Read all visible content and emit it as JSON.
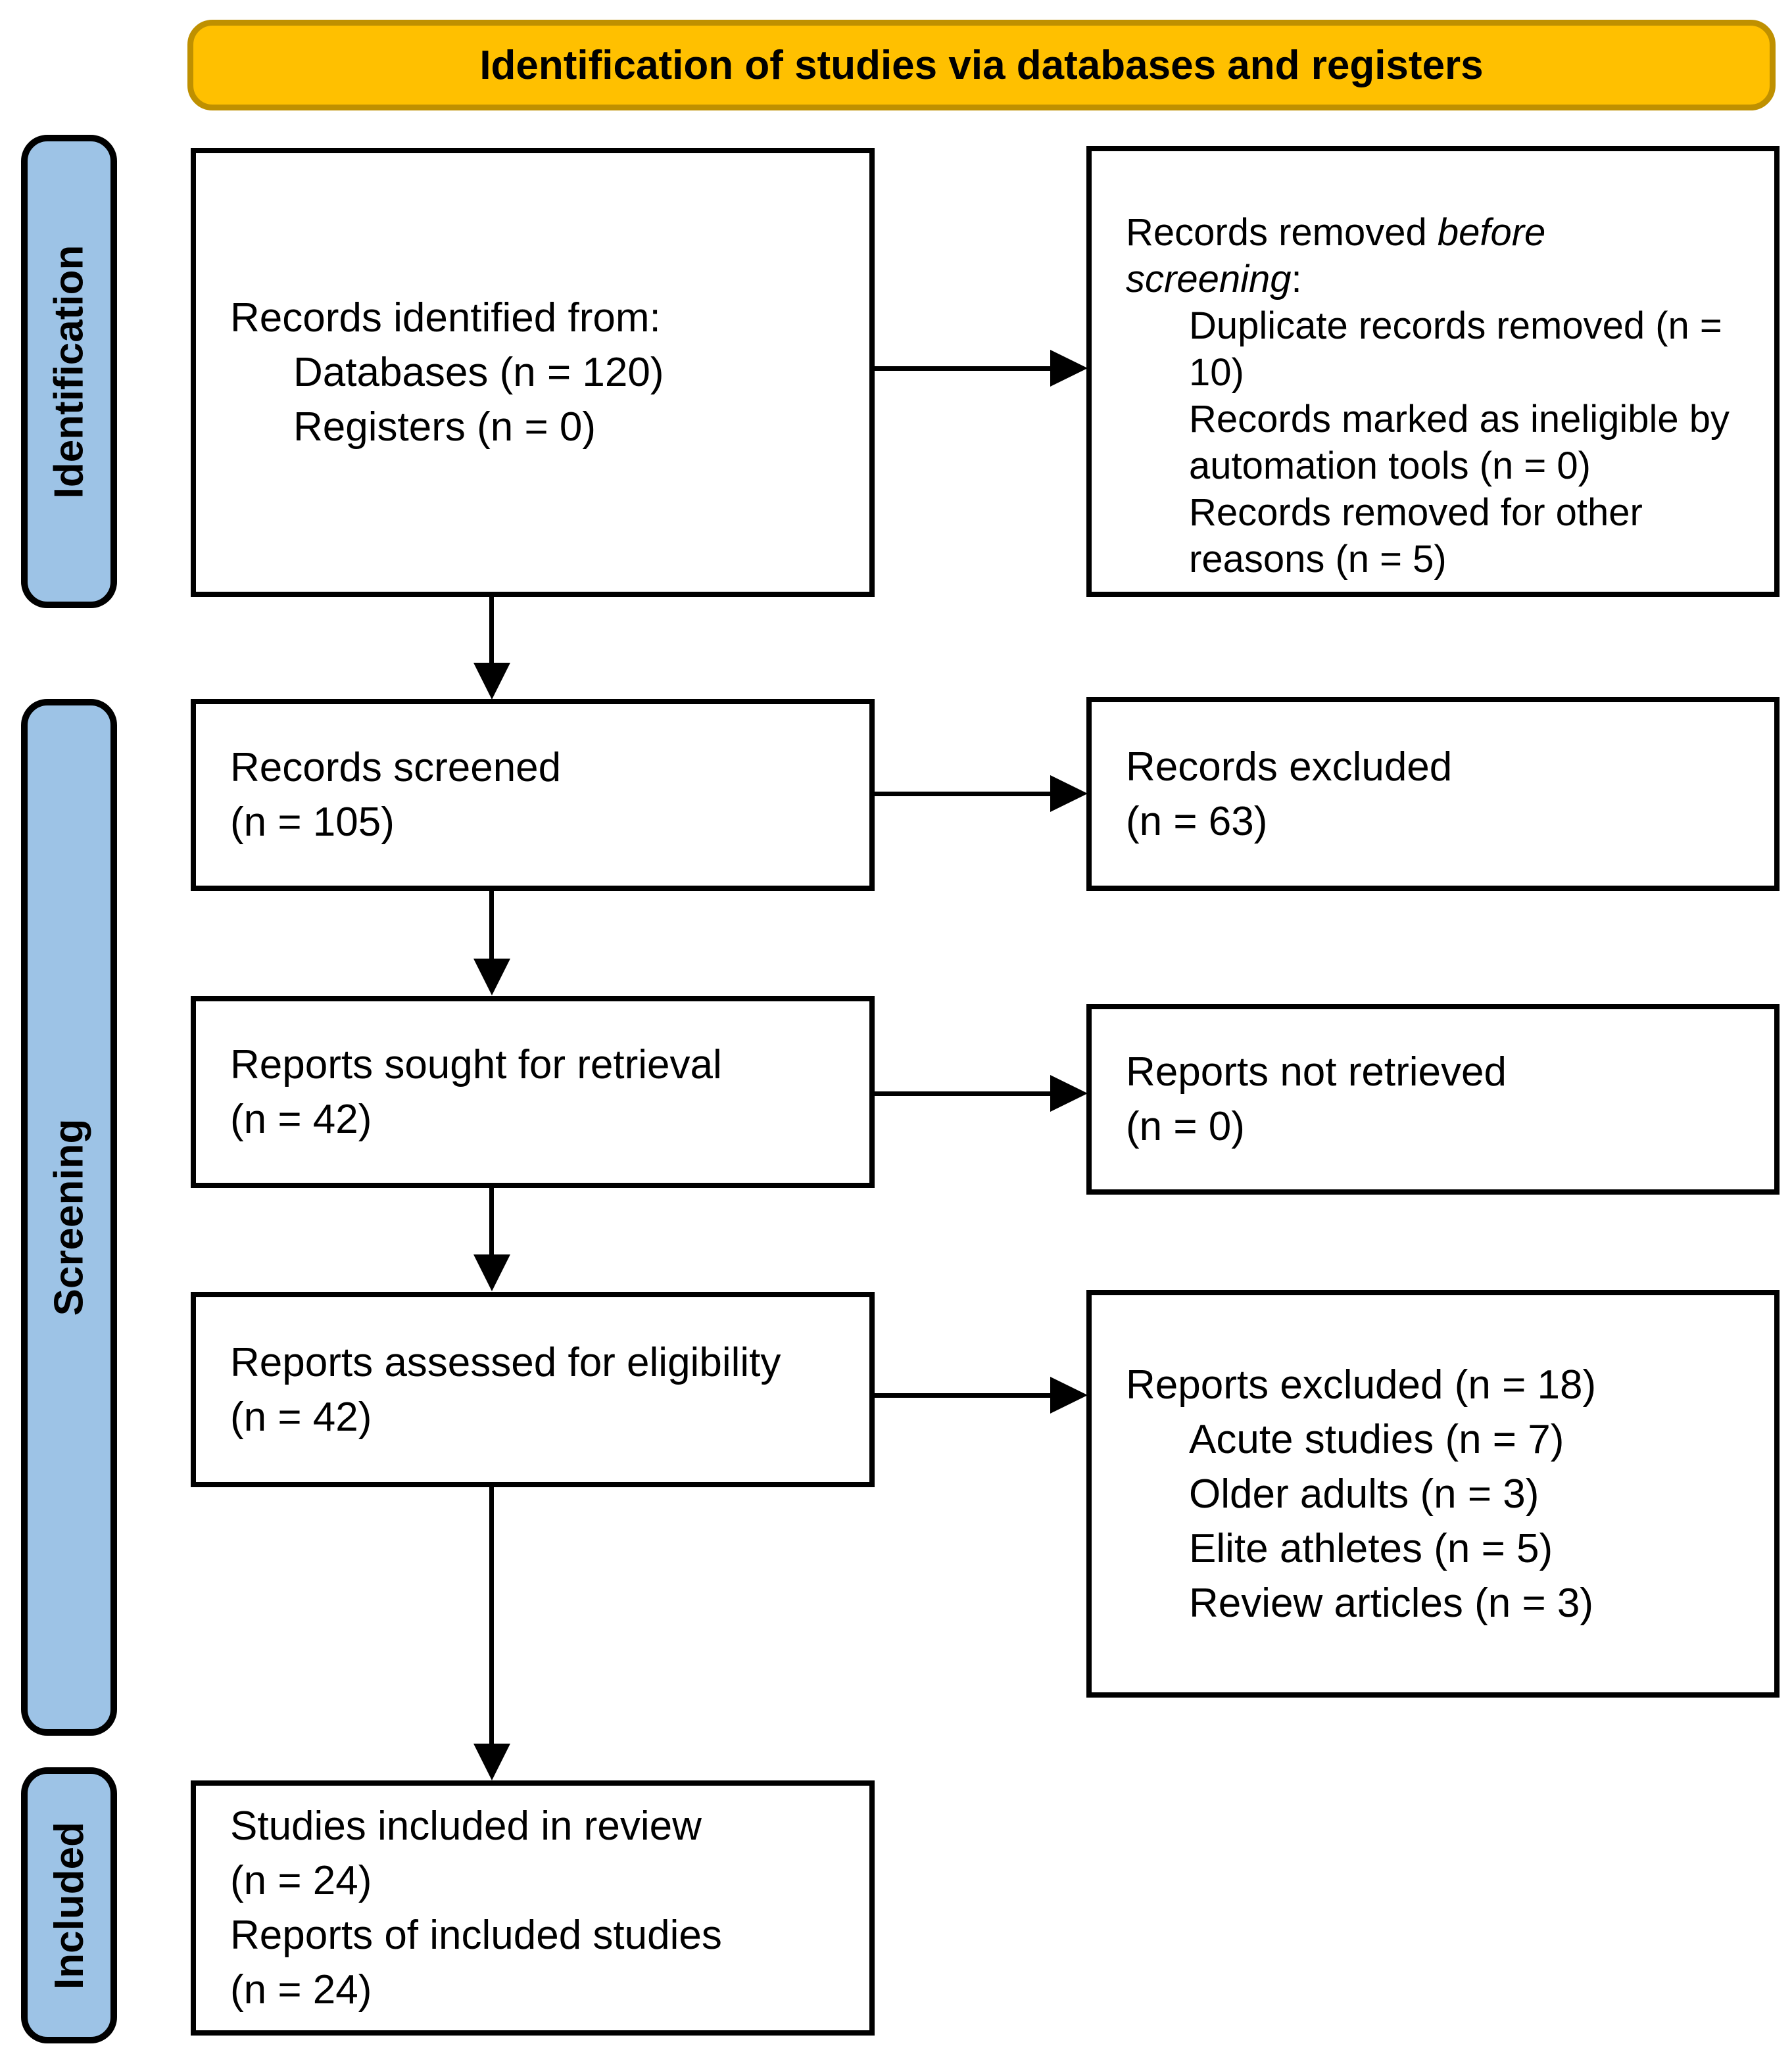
{
  "header": {
    "title": "Identification of studies via databases and registers",
    "bg_color": "#FFC000",
    "border_color": "#BF9000"
  },
  "sidebar": {
    "bg_color": "#9DC3E6",
    "stages": [
      {
        "label": "Identification"
      },
      {
        "label": "Screening"
      },
      {
        "label": "Included"
      }
    ]
  },
  "flow": {
    "records_identified": {
      "intro": "Records identified from:",
      "items": [
        "Databases (n = 120)",
        "Registers (n = 0)"
      ]
    },
    "records_removed": {
      "line1_text": "Records removed ",
      "line1_italic": "before",
      "line2_italic": "screening",
      "line2_suffix": ":",
      "items": [
        "Duplicate records removed (n = 10)",
        "Records marked as ineligible by automation tools (n = 0)",
        "Records removed for other reasons (n = 5)"
      ]
    },
    "records_screened": {
      "lines": [
        "Records screened",
        "(n = 105)"
      ]
    },
    "records_excluded": {
      "lines": [
        "Records excluded",
        "(n = 63)"
      ]
    },
    "reports_sought": {
      "lines": [
        "Reports sought for retrieval",
        "(n = 42)"
      ]
    },
    "reports_not_retrieved": {
      "lines": [
        "Reports not retrieved",
        "(n = 0)"
      ]
    },
    "reports_assessed": {
      "lines": [
        "Reports assessed for eligibility",
        "(n = 42)"
      ]
    },
    "reports_excluded": {
      "intro": "Reports excluded (n = 18)",
      "items": [
        "Acute studies (n = 7)",
        "Older adults (n = 3)",
        "Elite athletes (n = 5)",
        "Review articles (n = 3)"
      ]
    },
    "studies_included": {
      "lines": [
        "Studies included in review",
        "(n = 24)",
        "Reports of included studies",
        "(n = 24)"
      ]
    }
  }
}
